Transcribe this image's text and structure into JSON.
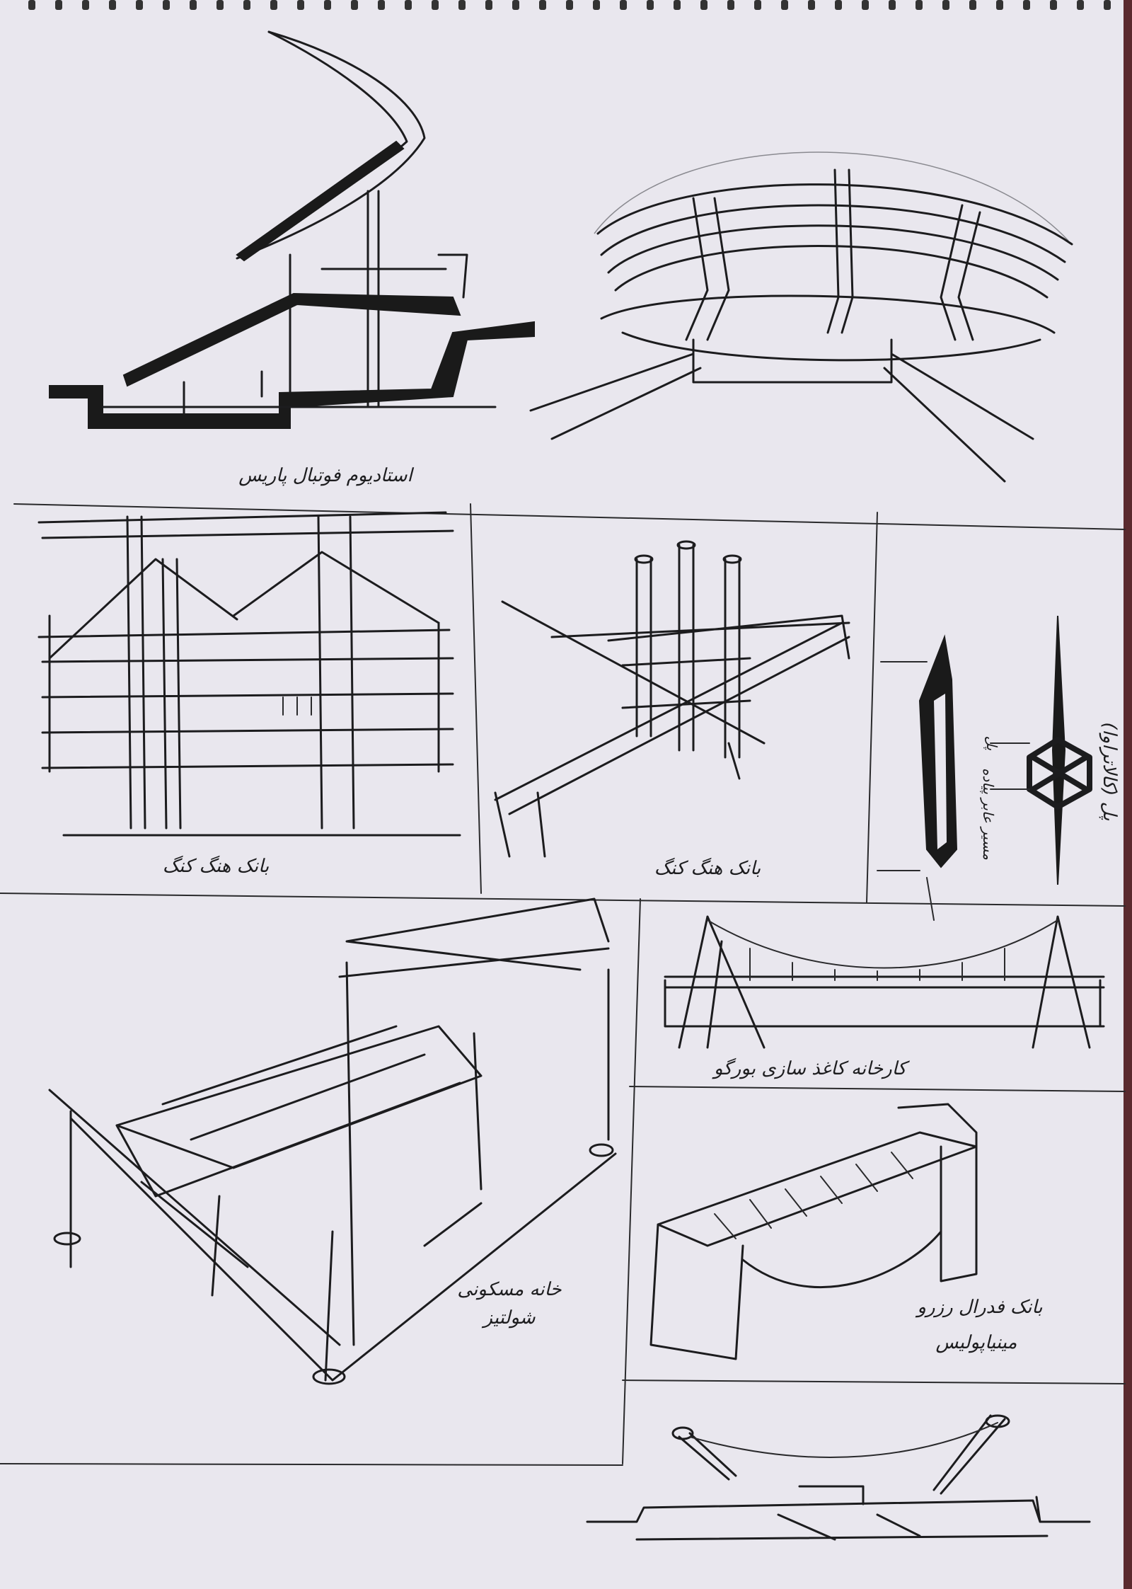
{
  "captions": {
    "paris_stadium": "استادیوم فوتبال پاریس",
    "hongkong_bank_section": "بانک هنگ کنگ",
    "hongkong_bank_structure": "بانک هنگ کنگ",
    "calatrava_bridge": "پل (کالاتراوا)",
    "bridge_label": "پل",
    "pedestrian_path": "مسیر عابر پیاده",
    "burgo_paper_mill": "کارخانه کاغذ سازی بورگو",
    "schultz_house_line1": "خانه مسکونی",
    "schultz_house_line2": "شولتیز",
    "federal_reserve_line1": "بانک فدرال رزرو",
    "federal_reserve_line2": "مینیاپولیس"
  },
  "colors": {
    "paper": "#e9e7ee",
    "ink": "#1c1c1e"
  }
}
